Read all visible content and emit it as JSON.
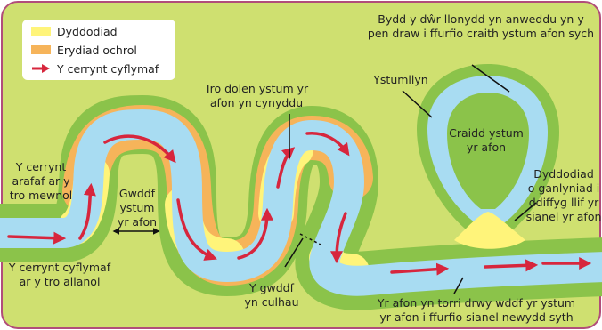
{
  "colors": {
    "background": "#cfe070",
    "bank": "#8bc34a",
    "deposition": "#fff47a",
    "erosion": "#f6b45a",
    "river": "#a8dcf2",
    "arrow": "#d7263d"
  },
  "legend": {
    "deposition": "Dyddodiad",
    "erosion": "Erydiad ochrol",
    "current": "Y cerrynt cyflymaf"
  },
  "labels": {
    "slow_current": "Y cerrynt\narafaf ar y\ntro mewnol",
    "fast_current": "Y cerrynt cyflymaf\nar y tro allanol",
    "neck": "Gwddf\nystum\nyr afon",
    "loop_grows": "Tro dolen ystum yr\nafon yn cynyddu",
    "neck_narrows": "Y gwddf\nyn culhau",
    "oxbow": "Ystumllyn",
    "oxbow_core": "Craidd ystum\nyr afon",
    "water_evaporates": "Bydd y dŵr llonydd yn anweddu yn y\npen draw i ffurfio craith ystum afon sych",
    "deposition_result": "Dyddodiad\no ganlyniad i\nddiffyg llif yr\nsianel yr afon",
    "new_channel": "Yr afon yn torri drwy wddf yr ystum\nyr afon i ffurfio sianel newydd syth"
  }
}
